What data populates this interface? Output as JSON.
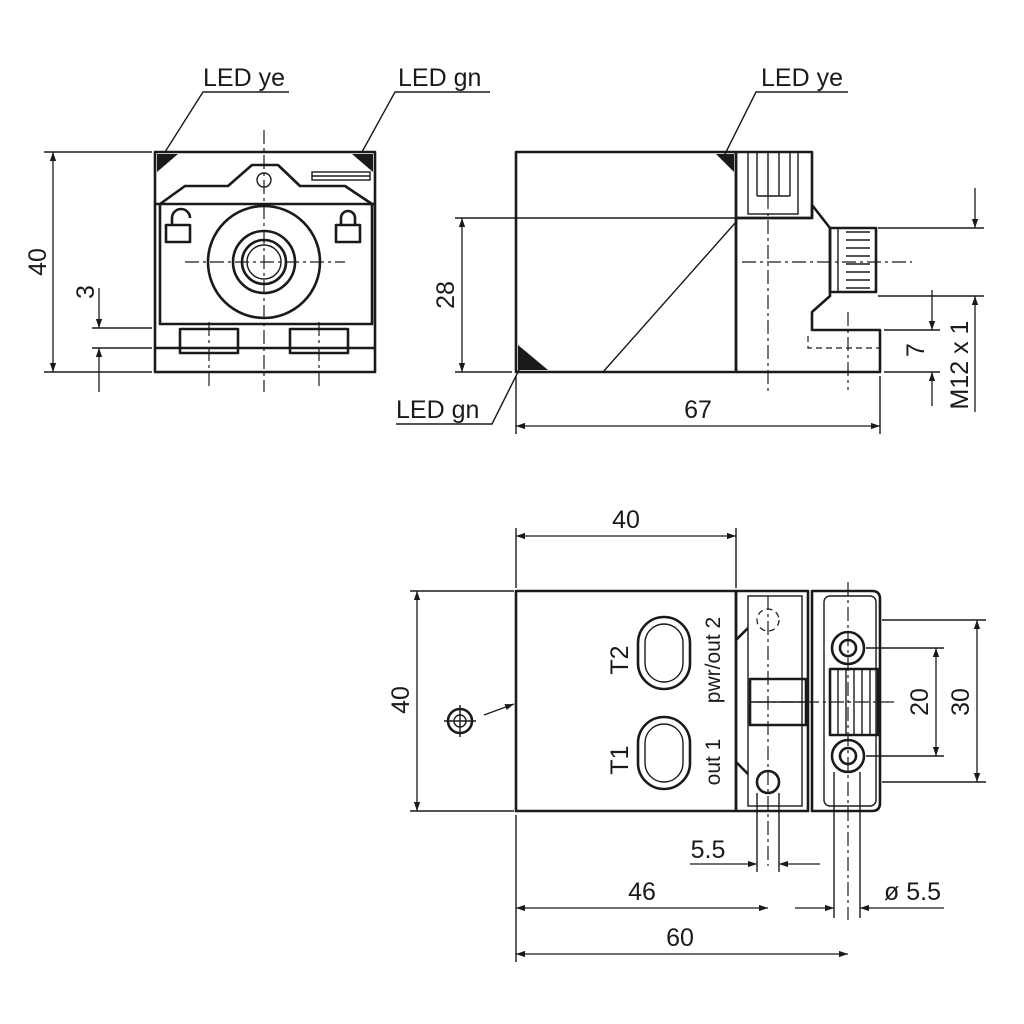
{
  "front_view": {
    "led_left": "LED ye",
    "led_right": "LED gn",
    "dim_height": "40",
    "dim_base": "3"
  },
  "side_view": {
    "led_top": "LED ye",
    "led_bottom": "LED gn",
    "dim_height": "28",
    "dim_length": "67",
    "dim_connector": "7",
    "thread": "M12 x 1"
  },
  "top_view": {
    "dim_width": "40",
    "dim_height": "40",
    "dim_hole_spacing": "20",
    "dim_mount_spacing": "30",
    "dim_slot": "5.5",
    "dim_46": "46",
    "dim_60": "60",
    "dim_hole_dia": "ø 5.5",
    "button_t2": "T2",
    "button_t1": "T1",
    "label_pwr_out2": "pwr/out 2",
    "label_out1": "out 1"
  }
}
